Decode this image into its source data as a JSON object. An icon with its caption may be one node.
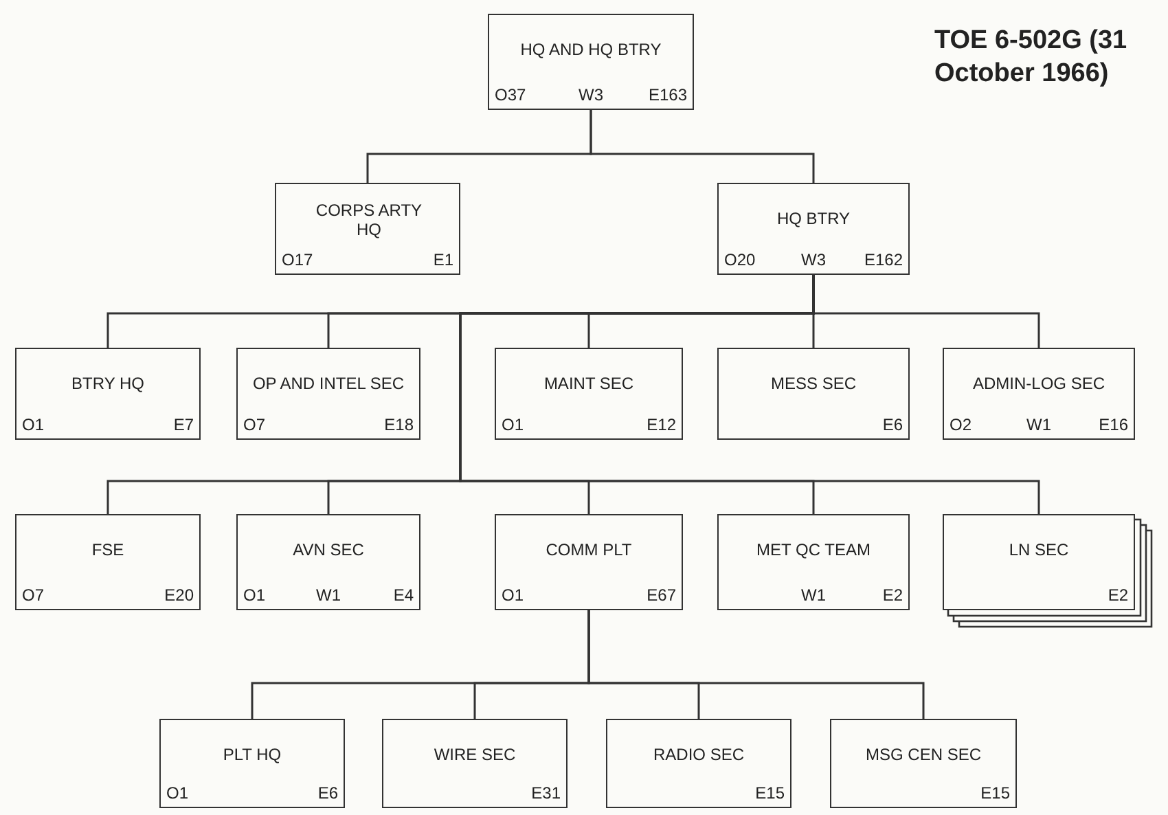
{
  "diagram": {
    "title": "TOE 6-502G (31 October 1966)",
    "nodes": [
      {
        "text": [
          "HQ AND HQ BTRY",
          "O37",
          "W3",
          "E163"
        ]
      },
      {
        "text": [
          "CORPS ARTY HQ",
          "O17",
          "E1"
        ]
      },
      {
        "text": [
          "HQ BTRY",
          "O20",
          "W3",
          "E162"
        ]
      },
      {
        "text": [
          "BTRY HQ",
          "O1",
          "E7"
        ]
      },
      {
        "text": [
          "OP AND INTEL SEC",
          "O7",
          "E18"
        ]
      },
      {
        "text": [
          "MAINT SEC",
          "O1",
          "E12"
        ]
      },
      {
        "text": [
          "MESS SEC",
          "E6"
        ]
      },
      {
        "text": [
          "ADMIN-LOG SEC",
          "O2",
          "W1",
          "E16"
        ]
      },
      {
        "text": [
          "FSE",
          "O7",
          "E20"
        ]
      },
      {
        "text": [
          "AVN SEC",
          "O1",
          "W1",
          "E4"
        ]
      },
      {
        "text": [
          "COMM PLT",
          "O1",
          "E67"
        ]
      },
      {
        "text": [
          "MET QC TEAM",
          "W1",
          "E2"
        ]
      },
      {
        "text": [
          "LN SEC",
          "E2"
        ]
      },
      {
        "text": [
          "PLT HQ",
          "O1",
          "E6"
        ]
      },
      {
        "text": [
          "WIRE SEC",
          "E31"
        ]
      },
      {
        "text": [
          "RADIO SEC",
          "E15"
        ]
      },
      {
        "text": [
          "MSG CEN SEC",
          "E15"
        ]
      }
    ],
    "edges": [
      {
        "from": 0,
        "to": 1,
        "arrow": "none"
      },
      {
        "from": 0,
        "to": 2,
        "arrow": "none"
      },
      {
        "from": 2,
        "to": 3,
        "arrow": "none"
      },
      {
        "from": 2,
        "to": 4,
        "arrow": "none"
      },
      {
        "from": 2,
        "to": 5,
        "arrow": "none"
      },
      {
        "from": 2,
        "to": 6,
        "arrow": "none"
      },
      {
        "from": 2,
        "to": 7,
        "arrow": "none"
      },
      {
        "from": 2,
        "to": 8,
        "arrow": "none"
      },
      {
        "from": 2,
        "to": 9,
        "arrow": "none"
      },
      {
        "from": 2,
        "to": 10,
        "arrow": "none"
      },
      {
        "from": 2,
        "to": 11,
        "arrow": "none"
      },
      {
        "from": 2,
        "to": 12,
        "arrow": "none"
      },
      {
        "from": 10,
        "to": 13,
        "arrow": "none"
      },
      {
        "from": 10,
        "to": 14,
        "arrow": "none"
      },
      {
        "from": 10,
        "to": 15,
        "arrow": "none"
      },
      {
        "from": 10,
        "to": 16,
        "arrow": "none"
      }
    ]
  }
}
